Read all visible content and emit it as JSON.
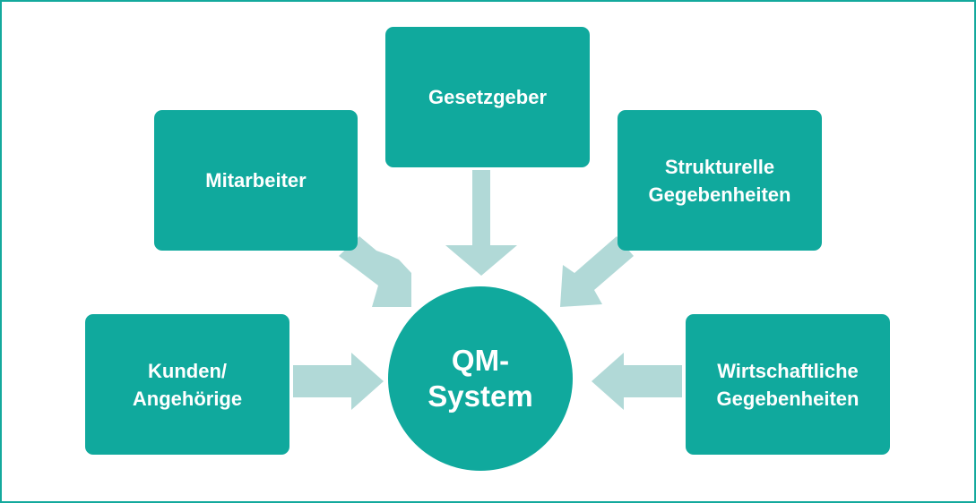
{
  "colors": {
    "box": "#10a99d",
    "arrow": "#b1d9d7",
    "border": "#14a99d",
    "text": "#ffffff"
  },
  "center": {
    "line1": "QM-",
    "line2": "System"
  },
  "nodes": {
    "gesetzgeber": {
      "lines": [
        "Gesetzgeber"
      ]
    },
    "mitarbeiter": {
      "lines": [
        "Mitarbeiter"
      ]
    },
    "strukturelle": {
      "lines": [
        "Strukturelle",
        "Gegebenheiten"
      ]
    },
    "kunden": {
      "lines": [
        "Kunden/",
        "Angehörige"
      ]
    },
    "wirtschaftliche": {
      "lines": [
        "Wirtschaftliche",
        "Gegebenheiten"
      ]
    }
  }
}
